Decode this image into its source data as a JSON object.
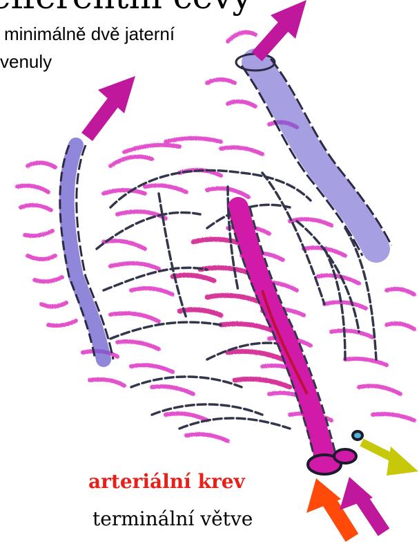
{
  "title_fragment": "efferentní cévy",
  "subtitle_line1": "minimálně dvě jaterní",
  "subtitle_line2": "venuly",
  "label_arterial": "arteriální krev",
  "label_terminal": "terminální větve",
  "colors": {
    "arterial_text": "#e8201a",
    "venule": "#6b5fcf",
    "vessel_outline": "#2a2a44",
    "capillary": "#e040c8",
    "arrow_outflow": "#c0189c",
    "arrow_arterial": "#ff4a0a",
    "arrow_portal": "#c0189c",
    "arrow_bile": "#c8c80a"
  },
  "icons": [
    "arrow-up-right-icon",
    "arrow-up-left-icon",
    "arrow-right-down-icon"
  ]
}
